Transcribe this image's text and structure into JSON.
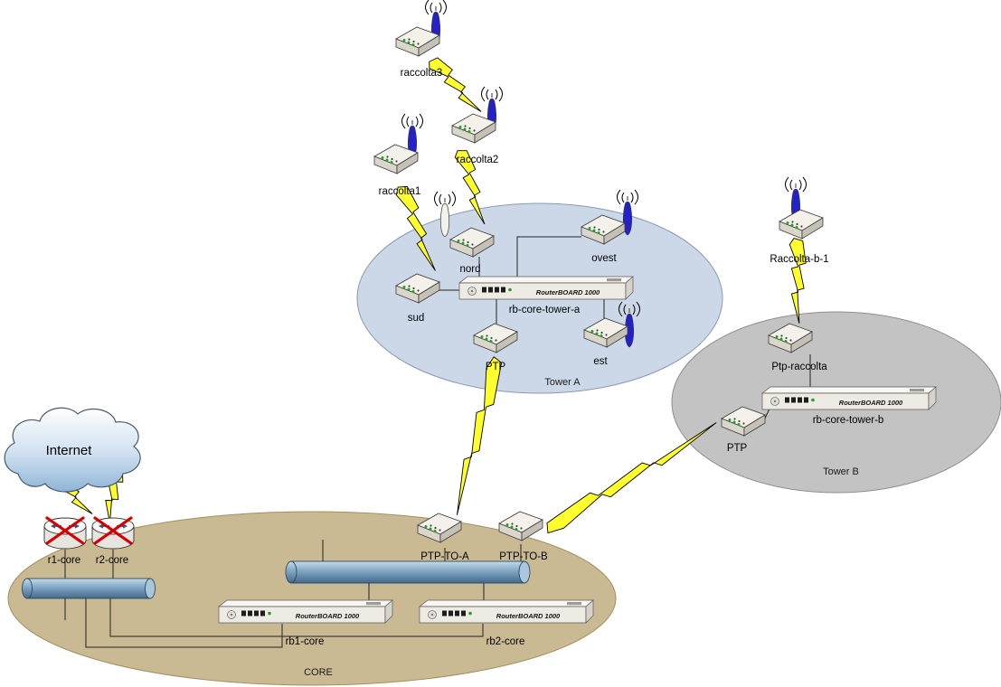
{
  "diagram": {
    "internet_label": "Internet",
    "device_brand": "RouterBOARD 1000",
    "zones": {
      "tower_a": "Tower A",
      "tower_b": "Tower B",
      "core": "CORE"
    },
    "nodes": {
      "raccolta3": "raccolta3",
      "raccolta2": "raccolta2",
      "raccolta1": "raccolta1",
      "nord": "nord",
      "ovest": "ovest",
      "sud": "sud",
      "est": "est",
      "ptp_tower_a": "PTP",
      "rb_core_tower_a": "rb-core-tower-a",
      "raccolta_b_1": "Raccolta-b-1",
      "ptp_raccolta": "Ptp-raccolta",
      "rb_core_tower_b": "rb-core-tower-b",
      "ptp_tower_b": "PTP",
      "r1_core": "r1-core",
      "r2_core": "r2-core",
      "ptp_to_a": "PTP-TO-A",
      "ptp_to_b": "PTP-TO-B",
      "rb1_core": "rb1-core",
      "rb2_core": "rb2-core"
    },
    "colors": {
      "tower_a_fill": "#ccd8e8",
      "tower_b_fill": "#c3c3c3",
      "core_fill": "#c9ba93",
      "bolt_yellow": "#ffff2e",
      "antenna_blue": "#2222c8",
      "antenna_white": "#f2f2ec",
      "bus_blue": "#7fa6c2"
    }
  }
}
